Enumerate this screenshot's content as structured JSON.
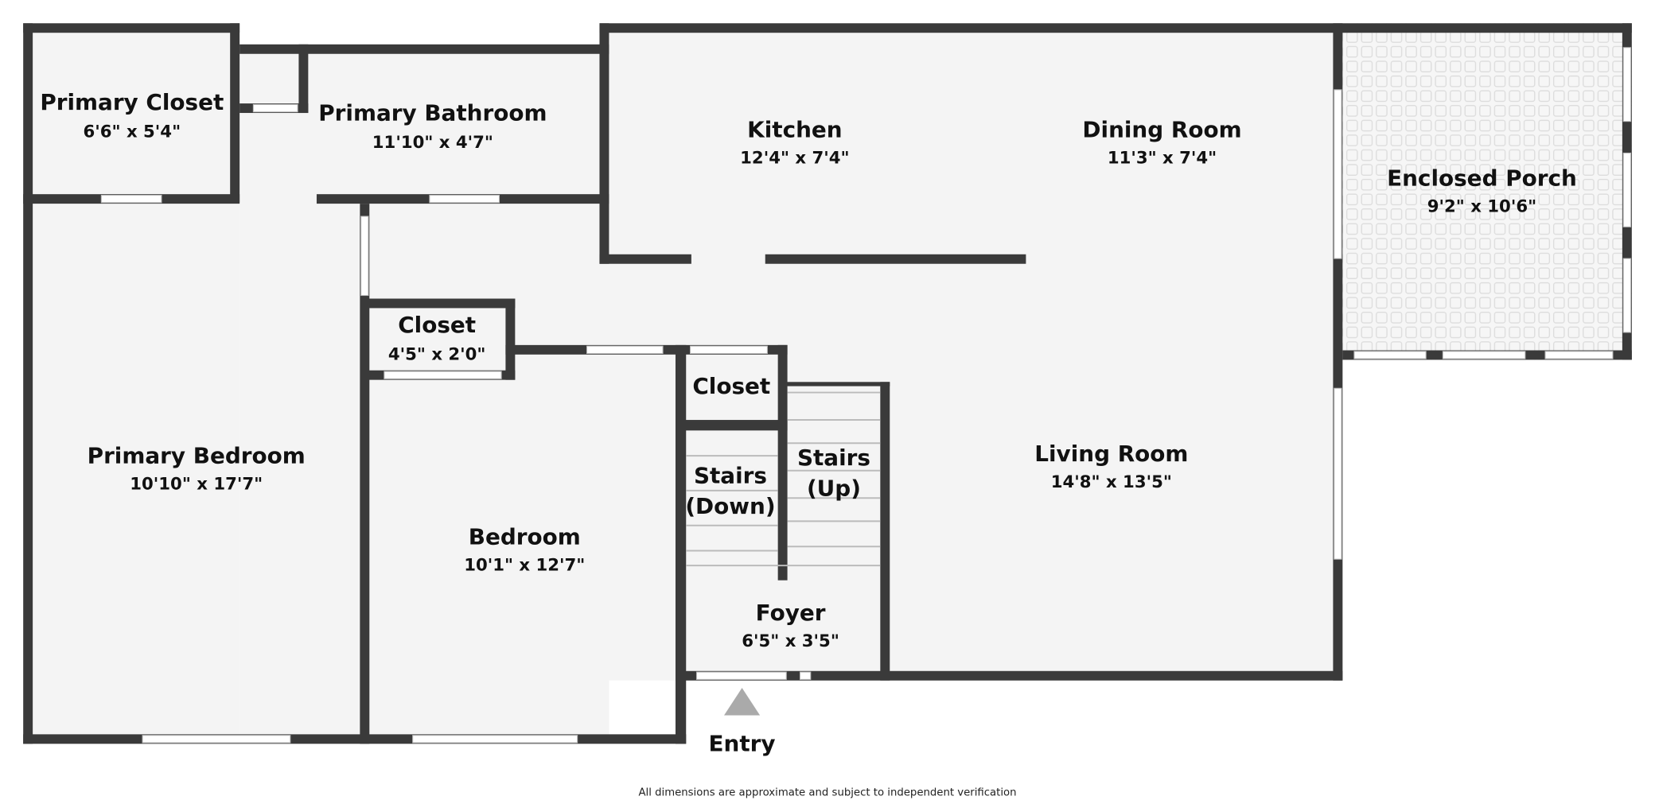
{
  "rooms": [
    {
      "name": "Primary Closet",
      "dims": "6'6\" x 5'4\""
    },
    {
      "name": "Primary Bathroom",
      "dims": "11'10\" x 4'7\""
    },
    {
      "name": "Kitchen",
      "dims": "12'4\" x 7'4\""
    },
    {
      "name": "Dining Room",
      "dims": "11'3\" x 7'4\""
    },
    {
      "name": "Enclosed Porch",
      "dims": "9'2\" x 10'6\""
    },
    {
      "name": "Closet",
      "dims": "4'5\" x 2'0\""
    },
    {
      "name": "Closet"
    },
    {
      "name": "Primary Bedroom",
      "dims": "10'10\" x 17'7\""
    },
    {
      "name": "Bedroom",
      "dims": "10'1\" x 12'7\""
    },
    {
      "name": "Stairs",
      "sub": "(Down)"
    },
    {
      "name": "Stairs",
      "sub": "(Up)"
    },
    {
      "name": "Living Room",
      "dims": "14'8\" x 13'5\""
    },
    {
      "name": "Foyer",
      "dims": "6'5\" x 3'5\""
    }
  ],
  "entry_label": "Entry",
  "footer_note": "All dimensions are approximate and subject to independent verification",
  "colors": {
    "wall": "#3a3a3a",
    "floor": "#f4f4f4",
    "entry_arrow": "#aaaaaa"
  }
}
